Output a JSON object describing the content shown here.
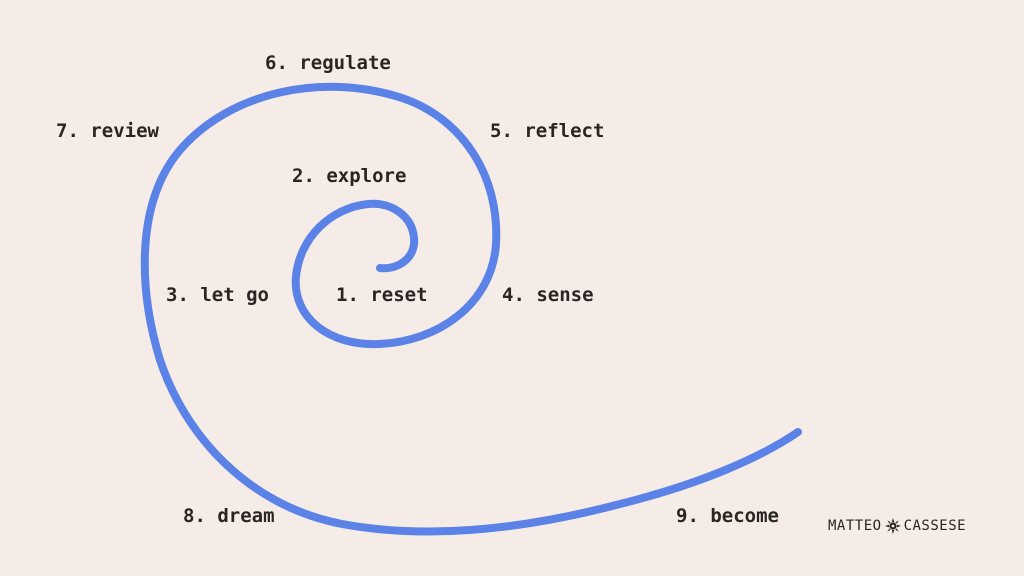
{
  "colors": {
    "background": "#F5ECE7",
    "spiral": "#5B82E6",
    "text": "#2A2522"
  },
  "steps": [
    {
      "label": "1. reset"
    },
    {
      "label": "2. explore"
    },
    {
      "label": "3. let go"
    },
    {
      "label": "4. sense"
    },
    {
      "label": "5. reflect"
    },
    {
      "label": "6. regulate"
    },
    {
      "label": "7. review"
    },
    {
      "label": "8. dream"
    },
    {
      "label": "9. become"
    }
  ],
  "brand": {
    "first": "MATTEO",
    "last": "CASSESE",
    "icon": "sun-burst-icon"
  }
}
